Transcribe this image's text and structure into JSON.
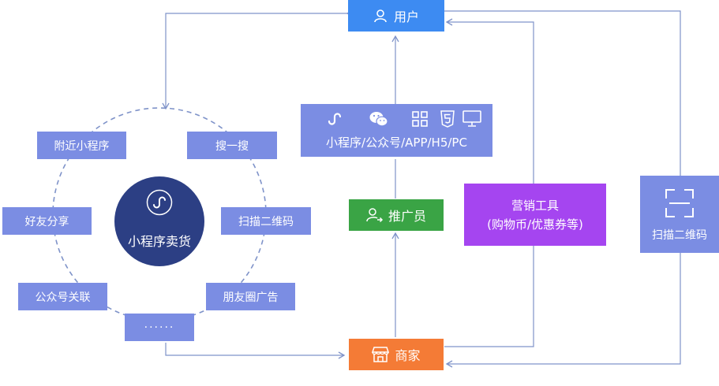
{
  "nodes": {
    "user": "用户",
    "channels": "小程序/公众号/APP/H5/PC",
    "promoter": "推广员",
    "marketing_title": "营销工具",
    "marketing_sub": "(购物币/优惠券等)",
    "scan_right": "扫描二维码",
    "merchant": "商家",
    "center": "小程序卖货"
  },
  "ring_items": {
    "nearby": "附近小程序",
    "search": "搜一搜",
    "share": "好友分享",
    "scan": "扫描二维码",
    "official": "公众号关联",
    "moments": "朋友圈广告",
    "more": "······"
  },
  "colors": {
    "user": "#3d8bf2",
    "merchant": "#f47b36",
    "promoter": "#3aa445",
    "marketing": "#a545f0",
    "tag": "#7b8de3",
    "center": "#2c3f84",
    "line": "#7f93c9"
  }
}
